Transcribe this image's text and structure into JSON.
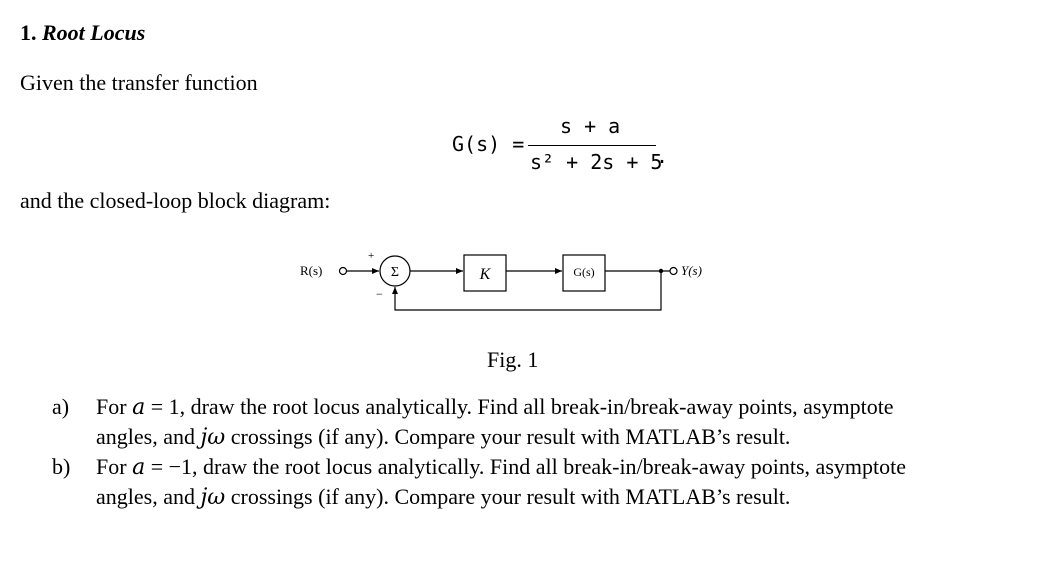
{
  "heading": {
    "number": "1.",
    "title": "Root Locus"
  },
  "intro": "Given the transfer function",
  "equation": {
    "lhs": "G(s) =",
    "numerator": "s + a",
    "denominator": "s² + 2s + 5",
    "terminator": "."
  },
  "block_intro": "and the closed-loop block diagram:",
  "diagram": {
    "input_label": "R(s)",
    "summer_symbol": "Σ",
    "plus_sign": "+",
    "minus_sign": "−",
    "controller_label": "K",
    "plant_label": "G(s)",
    "output_label": "Y(s)"
  },
  "caption": "Fig. 1",
  "questions": [
    {
      "marker": "a)",
      "line1_pre": "For ",
      "line1_var": "a",
      "line1_eq": " = 1, draw the root locus analytically. Find all break-in/break-away points, asymptote",
      "line2_pre": "angles, and ",
      "line2_var": "jω",
      "line2_post": " crossings (if any). Compare your result with MATLAB’s result."
    },
    {
      "marker": "b)",
      "line1_pre": "For ",
      "line1_var": "a",
      "line1_eq": " = −1, draw the root locus analytically. Find all break-in/break-away points, asymptote",
      "line2_pre": "angles, and ",
      "line2_var": "jω",
      "line2_post": " crossings (if any). Compare your result with MATLAB’s result."
    }
  ]
}
